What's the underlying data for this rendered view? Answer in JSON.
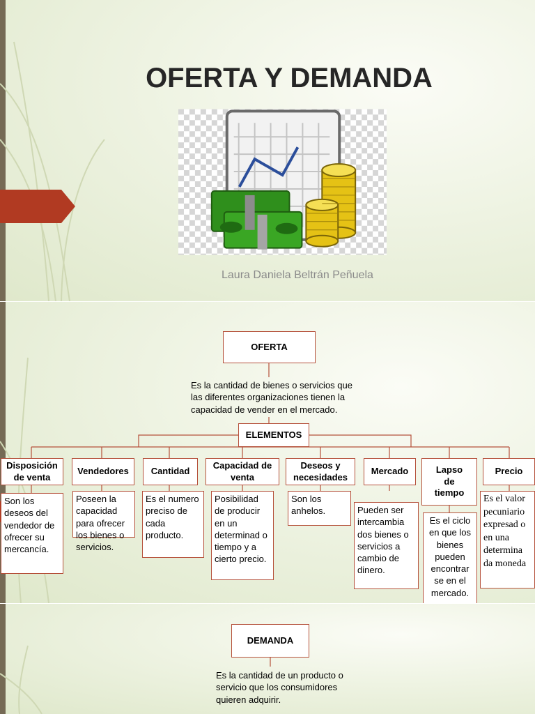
{
  "slide1": {
    "title": "OFERTA Y DEMANDA",
    "author": "Laura Daniela Beltrán Peñuela",
    "illustration": {
      "icon": "money-chart-icon",
      "line_color": "#2b4e9b",
      "cash_color": "#2f8f1c",
      "coin_color": "#e5c215"
    }
  },
  "slide2": {
    "root": "OFERTA",
    "definition": "Es la cantidad de bienes o servicios que las diferentes organizaciones tienen la capacidad de vender en el mercado.",
    "elements_label": "ELEMENTOS",
    "elements": [
      {
        "label": "Disposición de venta",
        "description": "Son los deseos del vendedor de ofrecer su mercancía."
      },
      {
        "label": "Vendedores",
        "description": "Poseen la capacidad para ofrecer los bienes o servicios."
      },
      {
        "label": "Cantidad",
        "description": "Es el numero preciso de cada producto."
      },
      {
        "label": "Capacidad de venta",
        "description": "Posibilidad de producir en un determinad o tiempo y a cierto precio."
      },
      {
        "label": "Deseos y necesidades",
        "description": "Son los anhelos."
      },
      {
        "label": "Mercado",
        "description": "Pueden ser intercambia dos bienes o servicios a cambio de dinero."
      },
      {
        "label": "Lapso de tiempo",
        "description": "Es el ciclo en que los bienes pueden encontrar se en el mercado."
      },
      {
        "label": "Precio",
        "description": "Es el valor pecuniario expresad o en una determina da moneda"
      }
    ]
  },
  "slide3": {
    "root": "DEMANDA",
    "definition": "Es la cantidad de un producto o servicio que los consumidores quieren adquirir."
  },
  "colors": {
    "accent": "#b5503a",
    "tab": "#b13a22",
    "sidebar": "#756a55",
    "background": "#eef3e2"
  }
}
